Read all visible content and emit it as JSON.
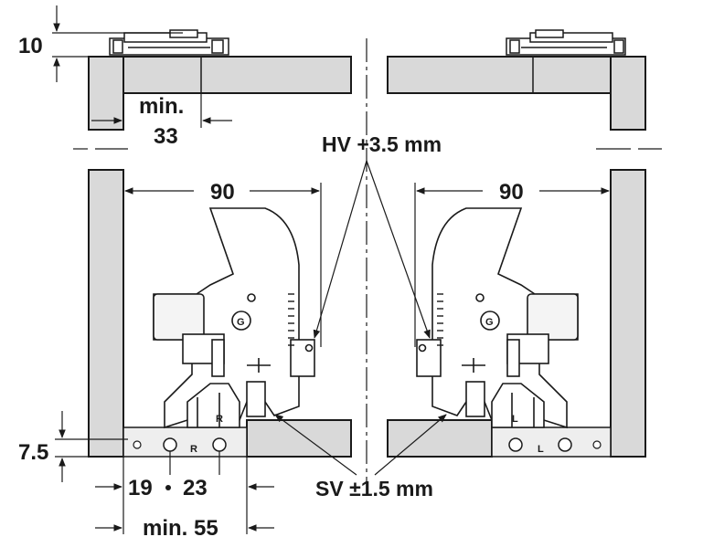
{
  "top": {
    "dim_gap": "10",
    "dim_min_a": "min.",
    "dim_min_b": "33"
  },
  "labels": {
    "hv": "HV +3.5 mm",
    "sv": "SV ±1.5 mm",
    "width_left": "90",
    "width_right": "90",
    "height_7_5": "7.5",
    "dim_19": "19",
    "dim_23": "23",
    "dim_min55": "min. 55"
  },
  "marks": {
    "right_side": "R",
    "left_side": "L"
  },
  "colors": {
    "panel": "#d9d9d9",
    "line": "#1a1a1a",
    "bracket": "#ffffff",
    "mech_fill": "#eeeeee"
  }
}
